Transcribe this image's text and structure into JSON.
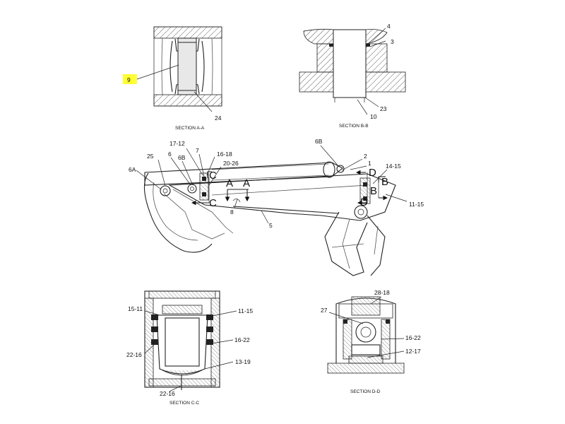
{
  "highlight_color": "#ffff33",
  "sections": {
    "a_a": "SECTION A-A",
    "b_b": "SECTION B-B",
    "c_c": "SECTION C-C",
    "d_d": "SECTION D-D"
  },
  "callouts": {
    "c9": "9",
    "c24": "24",
    "c4": "4",
    "c3": "3",
    "c23": "23",
    "c10": "10",
    "c6b_top": "6B",
    "c2": "2",
    "c1": "1",
    "c14_15": "14-15",
    "c11_15_main": "11-15",
    "c25": "25",
    "c6": "6",
    "c17_12": "17-12",
    "c7": "7",
    "c16_18": "16-18",
    "c20_26": "20-26",
    "c6b_left": "6B",
    "c6a": "6A",
    "c8": "8",
    "c5": "5",
    "c15_11": "15-11",
    "c11_15_cc": "11-15",
    "c16_22_cc": "16-22",
    "c22_16_side": "22-16",
    "c13_19": "13-19",
    "c22_16_bot": "22-16",
    "c28_18": "28-18",
    "c27": "27",
    "c16_22_dd": "16-22",
    "c12_17": "12-17"
  },
  "view_markers": {
    "a_left": "A",
    "a_right": "A",
    "b_top": "B",
    "b_bot": "B",
    "c_top": "C",
    "c_bot": "C",
    "d_top": "D",
    "d_bot": "D"
  }
}
